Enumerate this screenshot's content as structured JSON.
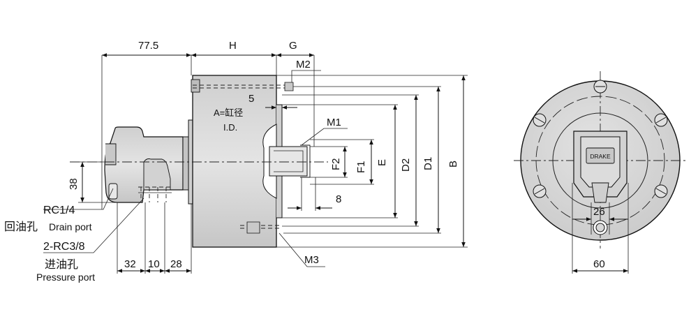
{
  "labels": {
    "dim_77_5": "77.5",
    "dim_H": "H",
    "dim_G": "G",
    "m2": "M2",
    "dim_5": "5",
    "bore_label": "A=缸径",
    "bore_label_en": "I.D.",
    "m1": "M1",
    "f2": "F2",
    "f1": "F1",
    "e": "E",
    "d2": "D2",
    "d1": "D1",
    "b": "B",
    "dim_8": "8",
    "dim_38": "38",
    "rc14": "RC1/4",
    "drain_cn": "回油孔",
    "drain_en": "Drain port",
    "rc38": "2-RC3/8",
    "pressure_cn": "进油孔",
    "pressure_en": "Pressure port",
    "dim_32": "32",
    "dim_10": "10",
    "dim_28": "28",
    "m3": "M3",
    "dim_26": "26",
    "dim_60": "60",
    "logo": "DRAKE"
  },
  "colors": {
    "body_fill": "#d9d9d9",
    "body_dark": "#b5b5b5",
    "line": "#111111"
  }
}
